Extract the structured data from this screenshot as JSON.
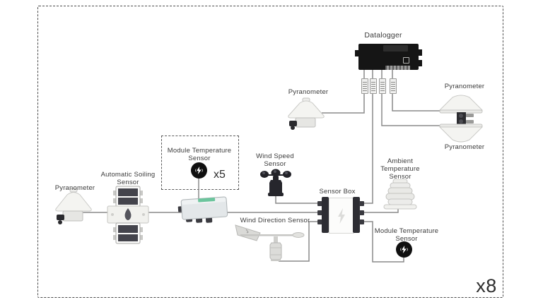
{
  "diagram": {
    "outer_multiplier": "x8",
    "datalogger": {
      "label": "Datalogger"
    },
    "pyranometer_top": {
      "label": "Pyranometer"
    },
    "pyranometer_right_upper": {
      "label": "Pyranometer"
    },
    "pyranometer_right_lower": {
      "label": "Pyranometer"
    },
    "pyranometer_left": {
      "label": "Pyranometer"
    },
    "soiling_sensor": {
      "label": "Automatic Soiling Sensor"
    },
    "module_temp_group": {
      "label": "Module Temperature Sensor",
      "multiplier": "x5"
    },
    "wind_speed_sensor": {
      "label": "Wind Speed Sensor"
    },
    "wind_direction_sensor": {
      "label": "Wind Direction Sensor"
    },
    "sensor_box": {
      "label": "Sensor Box"
    },
    "ambient_temp_sensor": {
      "label": "Ambient Temperature Sensor"
    },
    "module_temp_sensor": {
      "label": "Module Temperature Sensor"
    }
  },
  "colors": {
    "cable": "#8a8a8a",
    "text": "#3b3b3b",
    "device_dark": "#1d1d22",
    "junction_green": "#6cc59d",
    "dashed_border": "#4a4a4a"
  }
}
